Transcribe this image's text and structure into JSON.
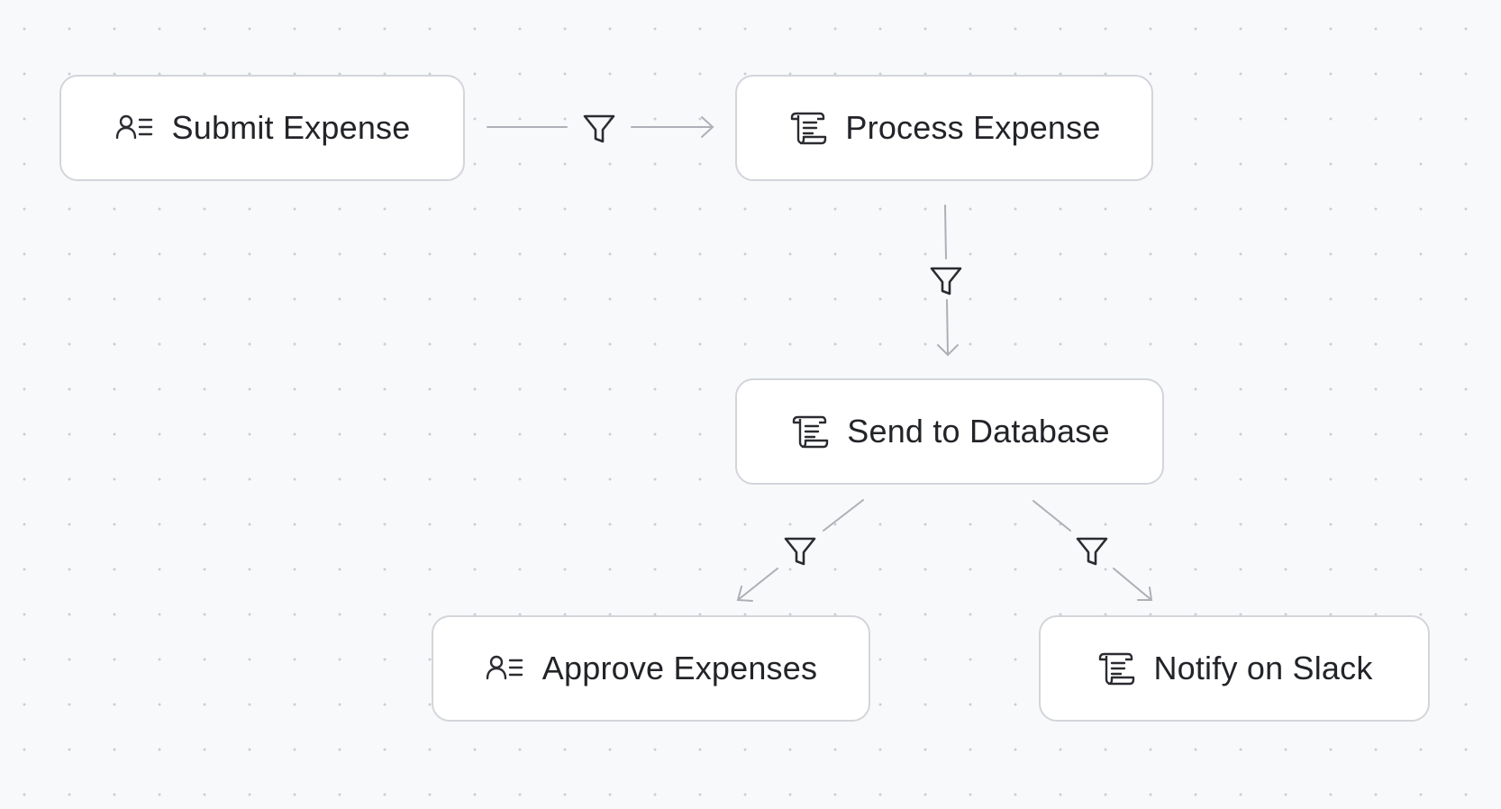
{
  "diagram": {
    "nodes": [
      {
        "id": "submit",
        "label": "Submit Expense",
        "icon": "user-list-icon",
        "type": "human-task"
      },
      {
        "id": "process",
        "label": "Process Expense",
        "icon": "script-icon",
        "type": "script-task"
      },
      {
        "id": "send",
        "label": "Send to Database",
        "icon": "script-icon",
        "type": "script-task"
      },
      {
        "id": "approve",
        "label": "Approve Expenses",
        "icon": "user-list-icon",
        "type": "human-task"
      },
      {
        "id": "notify",
        "label": "Notify on Slack",
        "icon": "script-icon",
        "type": "script-task"
      }
    ],
    "edges": [
      {
        "from": "submit",
        "to": "process",
        "condition_icon": "filter-icon"
      },
      {
        "from": "process",
        "to": "send",
        "condition_icon": "filter-icon"
      },
      {
        "from": "send",
        "to": "approve",
        "condition_icon": "filter-icon"
      },
      {
        "from": "send",
        "to": "notify",
        "condition_icon": "filter-icon"
      }
    ]
  },
  "colors": {
    "background": "#f8f9fb",
    "grid_dot": "#c9ced6",
    "node_border": "#d3d5da",
    "edge": "#adb0b6",
    "text": "#222428",
    "icon": "#2a2c31"
  }
}
